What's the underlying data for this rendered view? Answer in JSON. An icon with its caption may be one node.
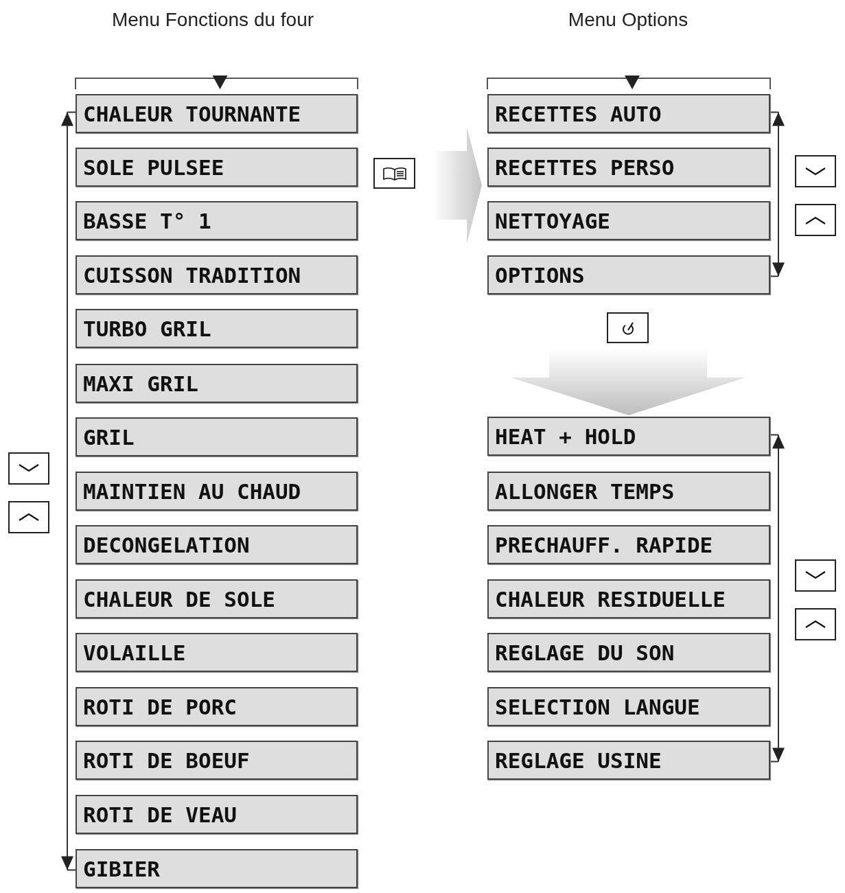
{
  "diagram": {
    "nodes": [
      {
        "text": [
          "CHALEUR TOURNANTE"
        ]
      },
      {
        "text": [
          "SOLE PULSEE"
        ]
      },
      {
        "text": [
          "BASSE T° 1"
        ]
      },
      {
        "text": [
          "CUISSON TRADITION"
        ]
      },
      {
        "text": [
          "TURBO GRIL"
        ]
      },
      {
        "text": [
          "MAXI GRIL"
        ]
      },
      {
        "text": [
          "GRIL"
        ]
      },
      {
        "text": [
          "MAINTIEN AU CHAUD"
        ]
      },
      {
        "text": [
          "DECONGELATION"
        ]
      },
      {
        "text": [
          "CHALEUR DE SOLE"
        ]
      },
      {
        "text": [
          "VOLAILLE"
        ]
      },
      {
        "text": [
          "ROTI DE PORC"
        ]
      },
      {
        "text": [
          "ROTI DE BOEUF"
        ]
      },
      {
        "text": [
          "ROTI DE VEAU"
        ]
      },
      {
        "text": [
          "GIBIER"
        ]
      },
      {
        "text": [
          "RECETTES AUTO"
        ]
      },
      {
        "text": [
          "RECETTES PERSO"
        ]
      },
      {
        "text": [
          "NETTOYAGE"
        ]
      },
      {
        "text": [
          "OPTIONS"
        ]
      },
      {
        "text": [],
        "shape": "box"
      },
      {
        "text": [
          "HEAT + HOLD"
        ]
      },
      {
        "text": [
          "ALLONGER TEMPS"
        ]
      },
      {
        "text": [
          "PRECHAUFF. RAPIDE"
        ]
      },
      {
        "text": [
          "CHALEUR RESIDUELLE"
        ]
      },
      {
        "text": [
          "REGLAGE DU SON"
        ]
      },
      {
        "text": [
          "SELECTION LANGUE"
        ]
      },
      {
        "text": [
          "REGLAGE USINE"
        ]
      }
    ],
    "edges": [
      {
        "from": 0,
        "to": 14,
        "arrow": "both"
      },
      {
        "from": null,
        "to": 16,
        "arrow": "to"
      },
      {
        "from": 15,
        "to": 18,
        "arrow": "both"
      },
      {
        "from": 19,
        "to": 20,
        "arrow": "to"
      },
      {
        "from": 20,
        "to": 26,
        "arrow": "both"
      }
    ],
    "labels": [
      "Menu Fonctions du four",
      "Menu Options"
    ]
  }
}
